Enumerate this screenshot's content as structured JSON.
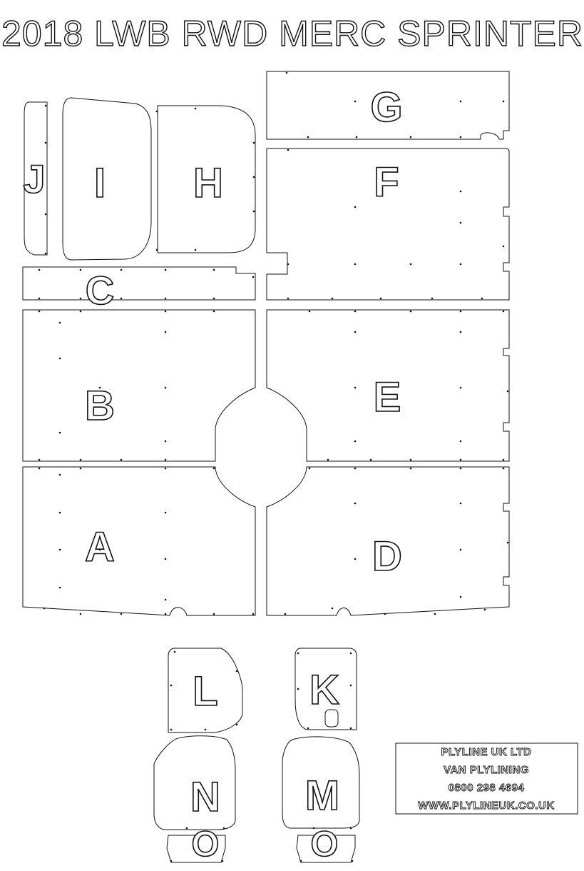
{
  "title": "2018 LWB RWD MERC SPRINTER",
  "panel_labels": {
    "a": "A",
    "b": "B",
    "c": "C",
    "d": "D",
    "e": "E",
    "f": "F",
    "g": "G",
    "h": "H",
    "i": "I",
    "j": "J",
    "k": "K",
    "l": "L",
    "m": "M",
    "n": "N",
    "o_left": "O",
    "o_right": "O"
  },
  "info_box": {
    "company": "PLYLINE UK LTD",
    "service": "VAN PLYLINING",
    "phone": "0800 298 4694",
    "website": "WWW.PLYLINEUK.CO.UK"
  },
  "colors": {
    "line": "#111111",
    "background": "#ffffff"
  }
}
